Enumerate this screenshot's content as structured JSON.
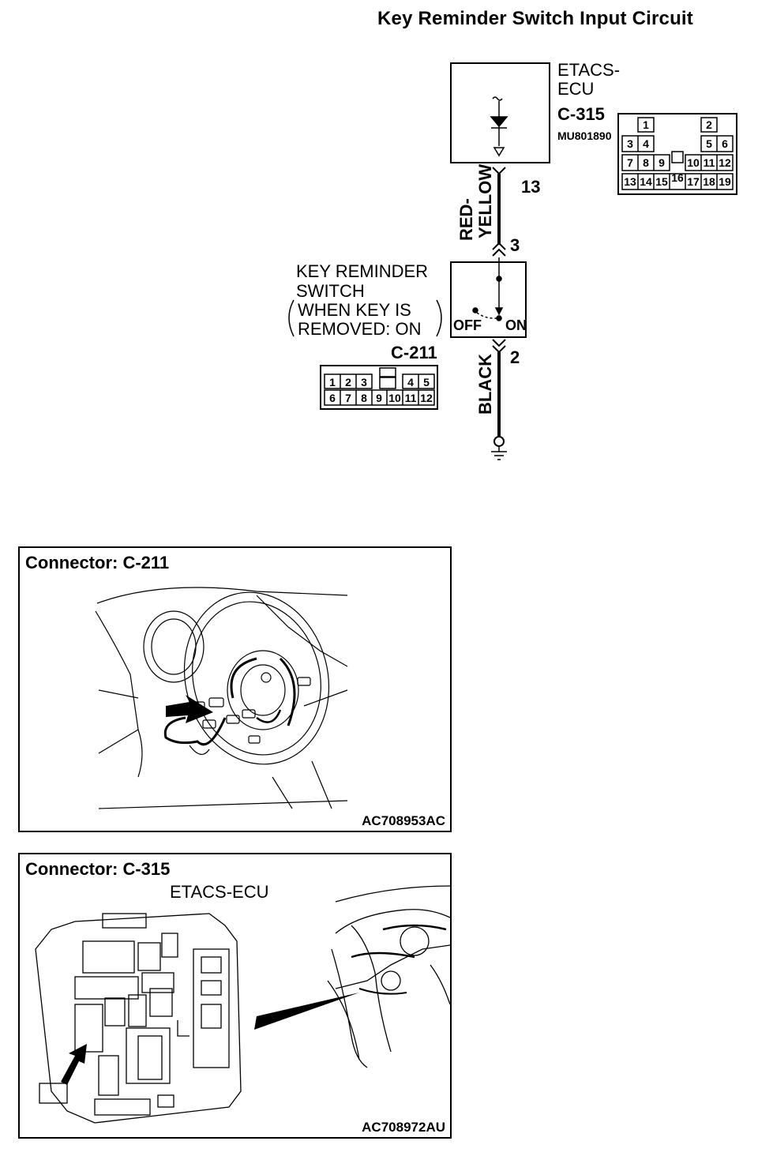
{
  "title": "Key Reminder Switch Input Circuit",
  "ecu": {
    "name_line1": "ETACS-",
    "name_line2": "ECU",
    "connector": "C-315",
    "part_number": "MU801890",
    "pin_out": "13",
    "connector_pins": {
      "row1": [
        "1",
        "2"
      ],
      "row2": [
        "3",
        "4",
        "5",
        "6"
      ],
      "row3": [
        "7",
        "8",
        "9",
        "16",
        "10",
        "11",
        "12"
      ],
      "row4": [
        "13",
        "14",
        "15",
        "17",
        "18",
        "19"
      ]
    }
  },
  "wire_top": {
    "color_line1": "RED-",
    "color_line2": "YELLOW",
    "pin_in": "3"
  },
  "switch": {
    "name_line1": "KEY REMINDER",
    "name_line2": "SWITCH",
    "cond_line1": "WHEN KEY IS",
    "cond_line2": "REMOVED: ON",
    "connector": "C-211",
    "off_label": "OFF",
    "on_label": "ON",
    "pin_out": "2",
    "connector_pins": {
      "row1": [
        "1",
        "2",
        "3",
        "4",
        "5"
      ],
      "row2": [
        "6",
        "7",
        "8",
        "9",
        "10",
        "11",
        "12"
      ]
    }
  },
  "wire_bottom": {
    "color": "BLACK"
  },
  "panel1": {
    "title": "Connector: C-211",
    "code": "AC708953AC"
  },
  "panel2": {
    "title": "Connector: C-315",
    "subtitle": "ETACS-ECU",
    "code": "AC708972AU"
  }
}
